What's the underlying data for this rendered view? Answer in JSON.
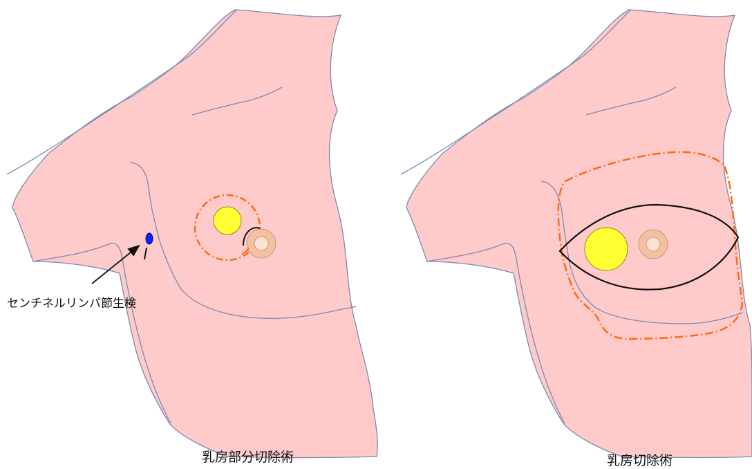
{
  "annotation": {
    "sentinel_biopsy_label": "センチネルリンパ節生検"
  },
  "captions": {
    "left": "乳房部分切除術",
    "right": "乳房切除術"
  },
  "colors": {
    "skin": "#ffcaca",
    "outline": "#7a89b0",
    "tumor": "#ffff33",
    "tumor_stroke": "#8a8a20",
    "areola": "#f4c0a0",
    "nipple": "#fbe3d3",
    "excision_line": "#ff6a14",
    "incision_line": "#111111",
    "lymph_node": "#0a23ff"
  },
  "icons": {
    "tumor": "tumor-circle-icon",
    "nipple": "nipple-areola-icon",
    "lymph_node": "lymph-node-dot-icon",
    "pointer": "arrow-icon"
  }
}
